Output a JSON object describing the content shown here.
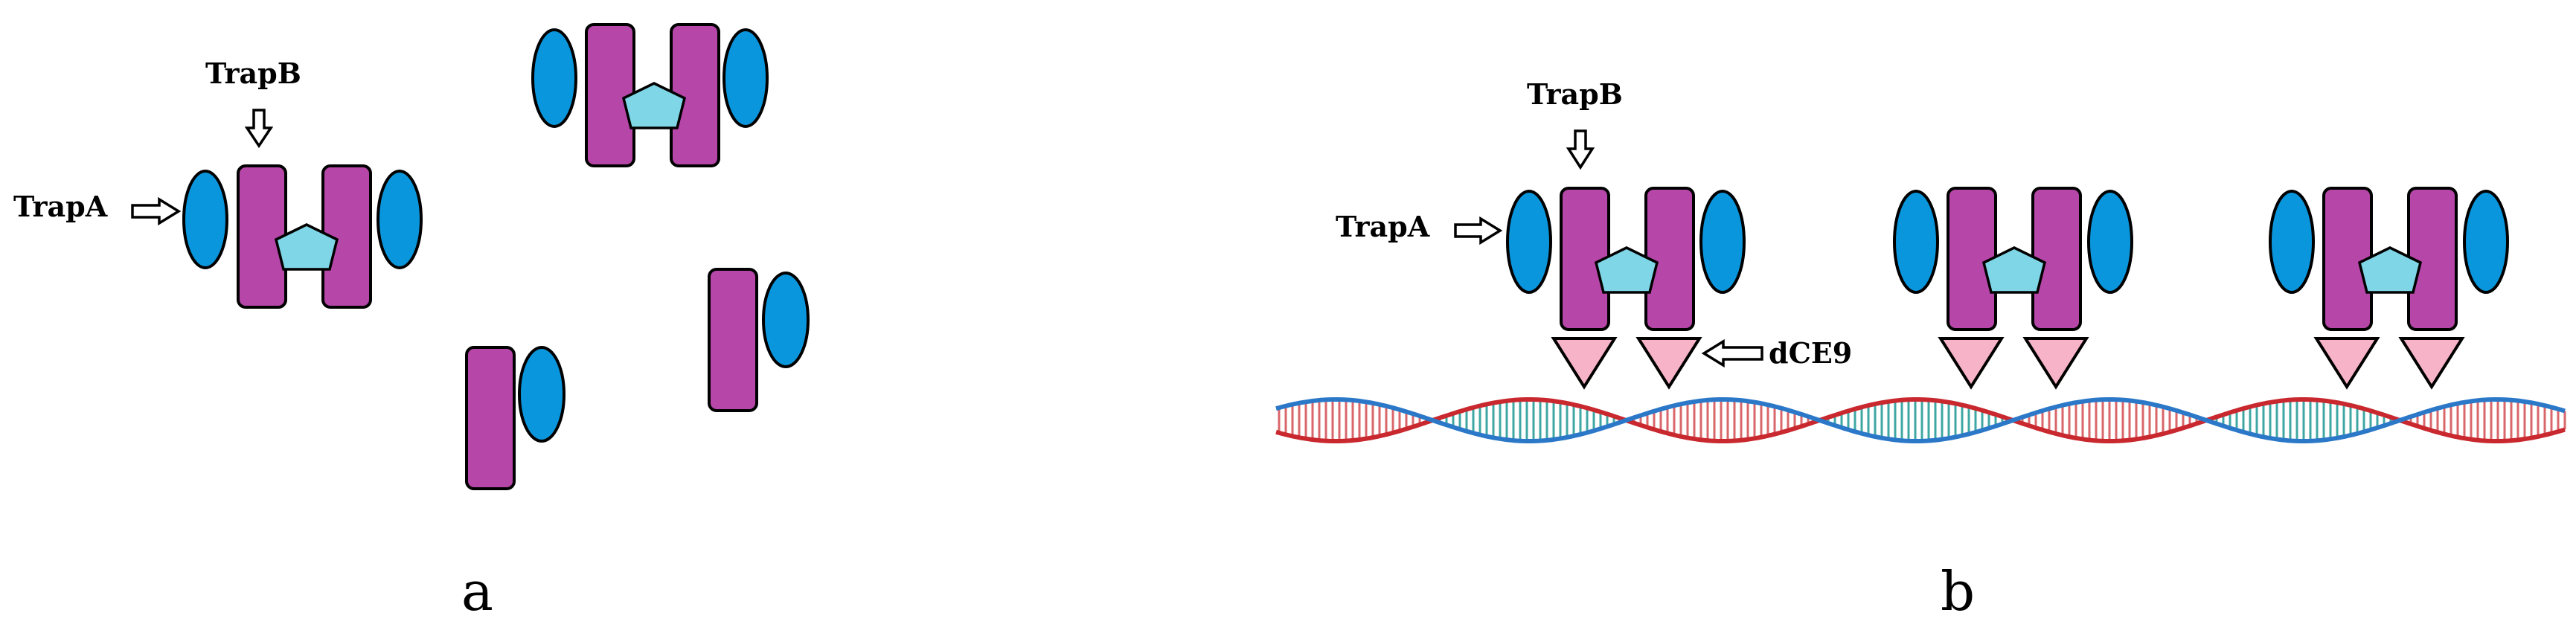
{
  "panels": [
    {
      "letter": "a",
      "labels": {
        "trapA": "TrapA",
        "trapB": "TrapB"
      }
    },
    {
      "letter": "b",
      "labels": {
        "trapA": "TrapA",
        "trapB": "TrapB",
        "dce9": "dCE9"
      }
    }
  ],
  "colors": {
    "trapA": "#0a96dc",
    "trapB": "#b646a8",
    "core": "#7fd6e6",
    "dce9": "#f7b4c8",
    "dna_red": "#c8282e",
    "dna_blue": "#2b78c8",
    "rung_teal": "#3fa7a3"
  }
}
